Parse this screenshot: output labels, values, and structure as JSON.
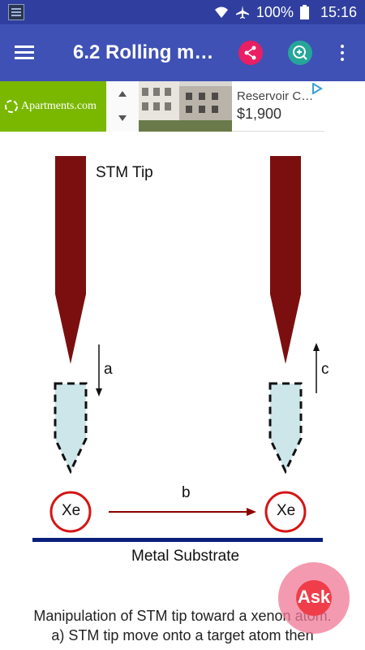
{
  "status_bar": {
    "battery": "100%",
    "time": "15:16"
  },
  "app_bar": {
    "title": "6.2 Rolling motion of STM tip"
  },
  "ad": {
    "brand": "Apartments.com",
    "title": "Reservoir Court",
    "price": "$1,900"
  },
  "diagram": {
    "stm_tip_label": "STM Tip",
    "arrow_a": "a",
    "arrow_b": "b",
    "arrow_c": "c",
    "atom_left": "Xe",
    "atom_right": "Xe",
    "substrate_label": "Metal Substrate"
  },
  "caption": {
    "line1": "Manipulation of STM tip toward a xenon atom.",
    "line2": "a) STM tip move onto a target atom then"
  },
  "ask_button": {
    "label": "Ask"
  },
  "colors": {
    "status_bar": "#303f9f",
    "app_bar": "#3f51b5",
    "tip": "#7b0f0f",
    "ghost_tip": "#cde6ea",
    "atom_ring": "#d41515",
    "substrate": "#0a1f7a"
  }
}
